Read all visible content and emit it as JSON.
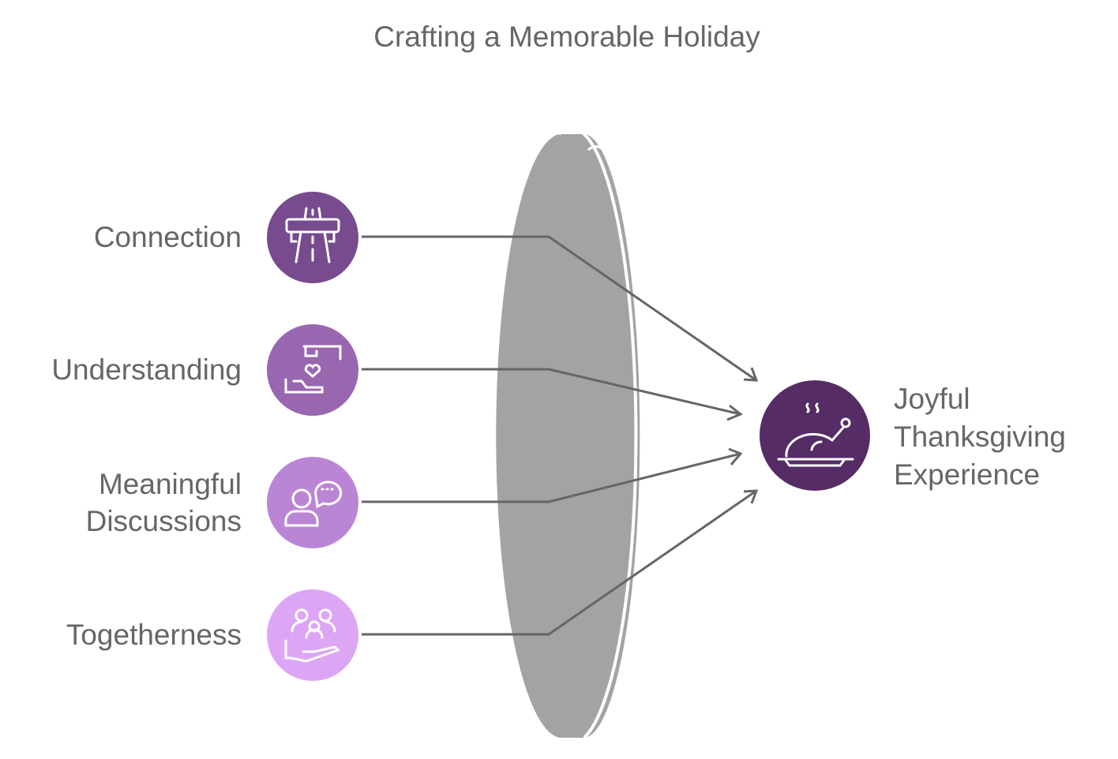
{
  "title": "Crafting a Memorable Holiday",
  "inputs": [
    {
      "label": "Connection",
      "icon": "bridge-road-icon",
      "color": "#774B8E"
    },
    {
      "label": "Understanding",
      "icon": "hands-heart-icon",
      "color": "#9966B0"
    },
    {
      "label": "Meaningful Discussions",
      "icon": "person-speech-icon",
      "color": "#BB85D6"
    },
    {
      "label": "Togetherness",
      "icon": "family-hand-icon",
      "color": "#DDA6F5"
    }
  ],
  "output": {
    "label": "Joyful Thanksgiving Experience",
    "icon": "roast-turkey-icon",
    "color": "#552C66"
  },
  "lens_color": "#A3A3A3"
}
